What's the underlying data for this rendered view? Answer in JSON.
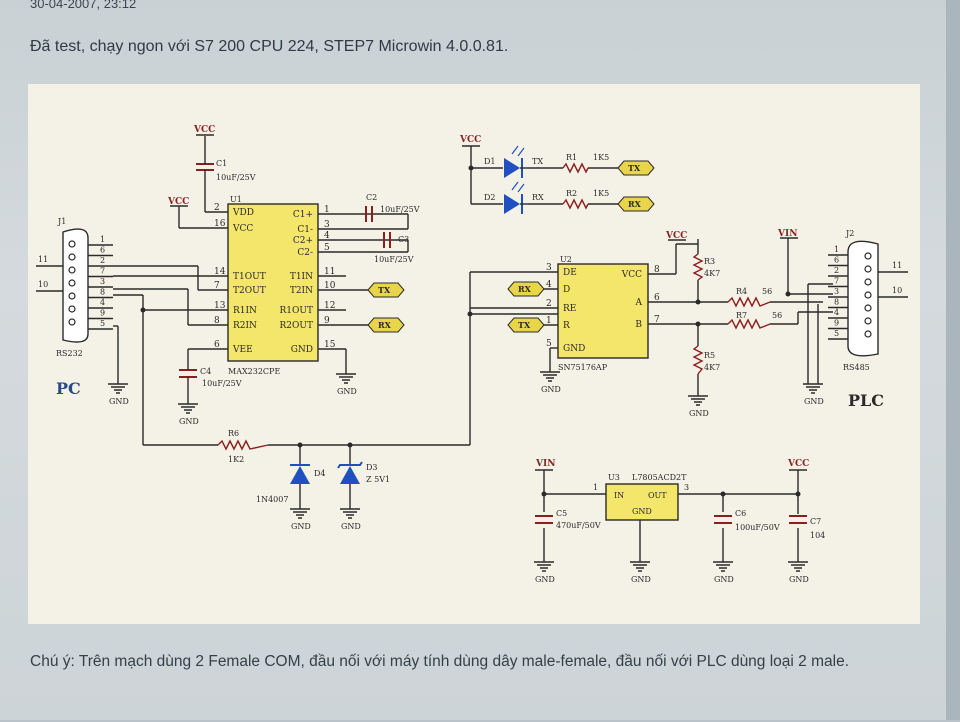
{
  "post": {
    "timestamp": "30-04-2007, 23:12",
    "intro": "Đã test, chạy ngon với S7 200 CPU 224, STEP7 Microwin 4.0.0.81.",
    "note": "Chú ý: Trên mạch dùng 2 Female COM, đầu nối với máy tính dùng dây male-female, đầu nối với PLC dùng loại 2 male."
  },
  "schematic": {
    "vcc": "VCC",
    "vin": "VIN",
    "gnd": "GND",
    "side_pc": "PC",
    "side_plc": "PLC",
    "j1": {
      "ref": "J1",
      "name": "RS232",
      "pins": [
        "1",
        "6",
        "2",
        "7",
        "3",
        "8",
        "4",
        "9",
        "5"
      ],
      "net_a": "11",
      "net_b": "10"
    },
    "j2": {
      "ref": "J2",
      "name": "RS485",
      "pins": [
        "1",
        "6",
        "2",
        "7",
        "3",
        "8",
        "4",
        "9",
        "5"
      ],
      "net_a": "11",
      "net_b": "10"
    },
    "u1": {
      "ref": "U1",
      "part": "MAX232CPE",
      "left_pins": [
        {
          "num": "2",
          "name": "VDD"
        },
        {
          "num": "16",
          "name": "VCC"
        },
        {
          "num": "14",
          "name": "T1OUT"
        },
        {
          "num": "7",
          "name": "T2OUT"
        },
        {
          "num": "13",
          "name": "R1IN"
        },
        {
          "num": "8",
          "name": "R2IN"
        },
        {
          "num": "6",
          "name": "VEE"
        }
      ],
      "right_pins": [
        {
          "num": "1",
          "name": "C1+"
        },
        {
          "num": "3",
          "name": "C1-"
        },
        {
          "num": "4",
          "name": "C2+"
        },
        {
          "num": "5",
          "name": "C2-"
        },
        {
          "num": "11",
          "name": "T1IN"
        },
        {
          "num": "10",
          "name": "T2IN"
        },
        {
          "num": "12",
          "name": "R1OUT"
        },
        {
          "num": "9",
          "name": "R2OUT"
        },
        {
          "num": "15",
          "name": "GND"
        }
      ]
    },
    "u2": {
      "ref": "U2",
      "part": "SN75176AP",
      "left_pins": [
        {
          "num": "3",
          "name": "DE"
        },
        {
          "num": "4",
          "name": "D"
        },
        {
          "num": "2",
          "name": "RE"
        },
        {
          "num": "1",
          "name": "R"
        },
        {
          "num": "5",
          "name": "GND"
        }
      ],
      "right_pins": [
        {
          "num": "8",
          "name": "VCC"
        },
        {
          "num": "6",
          "name": "A"
        },
        {
          "num": "7",
          "name": "B"
        }
      ]
    },
    "u3": {
      "ref": "U3",
      "part": "L7805ACD2T",
      "in": "IN",
      "out": "OUT",
      "gnd": "GND",
      "pin_in": "1",
      "pin_out": "3"
    },
    "caps": {
      "c1": {
        "ref": "C1",
        "value": "10uF/25V"
      },
      "c2": {
        "ref": "C2",
        "value": "10uF/25V"
      },
      "c3": {
        "ref": "C3",
        "value": "10uF/25V"
      },
      "c4": {
        "ref": "C4",
        "value": "10uF/25V"
      },
      "c5": {
        "ref": "C5",
        "value": "470uF/50V"
      },
      "c6": {
        "ref": "C6",
        "value": "100uF/50V"
      },
      "c7": {
        "ref": "C7",
        "value": "104"
      }
    },
    "resistors": {
      "r1": {
        "ref": "R1",
        "value": "1K5"
      },
      "r2": {
        "ref": "R2",
        "value": "1K5"
      },
      "r3": {
        "ref": "R3",
        "value": "4K7"
      },
      "r4": {
        "ref": "R4",
        "value": "56"
      },
      "r5": {
        "ref": "R5",
        "value": "4K7"
      },
      "r6": {
        "ref": "R6",
        "value": "1K2"
      },
      "r7": {
        "ref": "R7",
        "value": "56"
      }
    },
    "diodes": {
      "d1": {
        "ref": "D1",
        "label": "TX"
      },
      "d2": {
        "ref": "D2",
        "label": "RX"
      },
      "d3": {
        "ref": "D3",
        "value": "Z 5V1"
      },
      "d4": {
        "ref": "D4",
        "value": "1N4007"
      }
    },
    "net_tx": "TX",
    "net_rx": "RX",
    "colors": {
      "wire": "#2a2a2a",
      "part": "#8a1f1f",
      "chip": "#f4e66a",
      "net_flag": "#e8d54a",
      "diode": "#1f4fc0",
      "side_label": "#2a4a8c"
    }
  }
}
